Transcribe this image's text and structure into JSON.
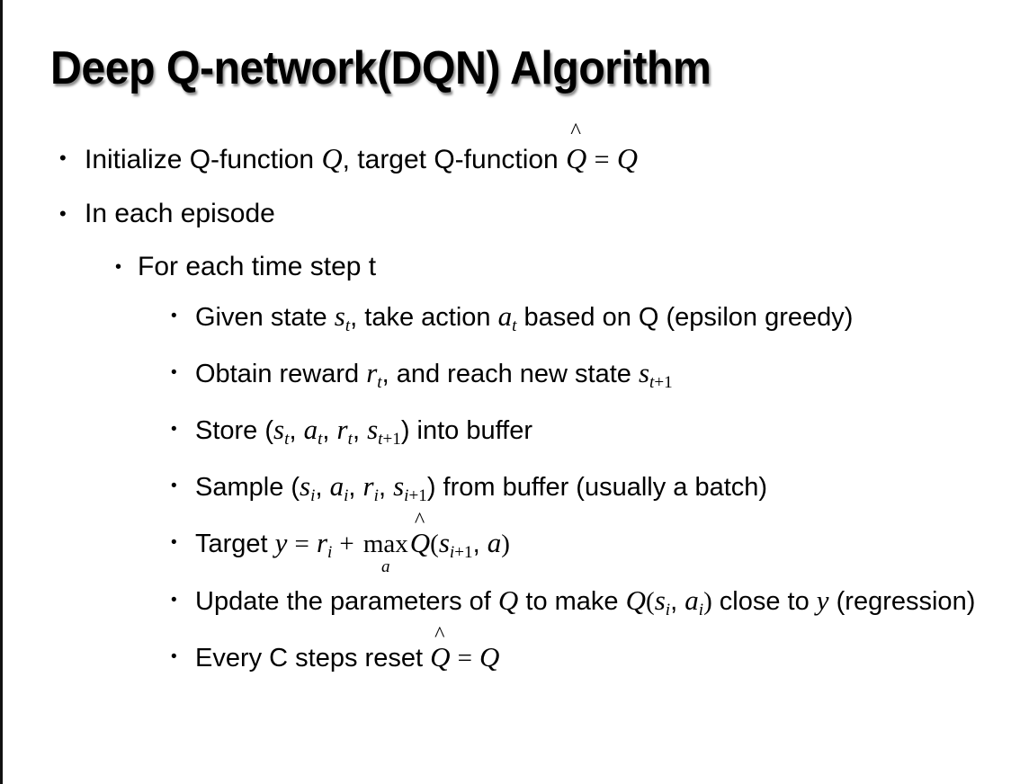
{
  "slide": {
    "title": "Deep Q-network(DQN) Algorithm",
    "bullet_glyph": "•",
    "background_color": "#ffffff",
    "text_color": "#000000",
    "left_rule_color": "#111111",
    "bullets": [
      {
        "level": 1,
        "plain_text": "Initialize Q-function Q, target Q-function Q̂ = Q",
        "segments": {
          "a": "Initialize Q-function ",
          "var_q1": "Q",
          "b": ", target Q-function ",
          "var_qhat": "Q",
          "hat": "^",
          "eq": "=",
          "var_q2": "Q"
        }
      },
      {
        "level": 1,
        "plain_text": "In each episode",
        "segments": {
          "a": "In each episode"
        }
      },
      {
        "level": 2,
        "plain_text": "For each time step t",
        "segments": {
          "a": "For each time step t"
        }
      },
      {
        "level": 3,
        "plain_text": "Given state s_t, take action a_t based on Q (epsilon greedy)",
        "segments": {
          "a": "Given state ",
          "var_s": "s",
          "sub_s": "t",
          "b": ", take action ",
          "var_a": "a",
          "sub_a": "t",
          "c": " based on Q (epsilon greedy)"
        }
      },
      {
        "level": 3,
        "plain_text": "Obtain reward r_t, and reach new state s_t+1",
        "segments": {
          "a": "Obtain reward ",
          "var_r": "r",
          "sub_r": "t",
          "b": ", and reach new state ",
          "var_s": "s",
          "sub_s_var": "t",
          "sub_s_num": "+1"
        }
      },
      {
        "level": 3,
        "plain_text": "Store (s_t, a_t, r_t, s_t+1) into buffer",
        "segments": {
          "a": "Store (",
          "var_s1": "s",
          "sub_s1": "t",
          "c1": ", ",
          "var_a1": "a",
          "sub_a1": "t",
          "c2": ", ",
          "var_r1": "r",
          "sub_r1": "t",
          "c3": ", ",
          "var_s2": "s",
          "sub_s2_var": "t",
          "sub_s2_num": "+1",
          "b": ") into buffer"
        }
      },
      {
        "level": 3,
        "plain_text": "Sample (s_i, a_i, r_i, s_i+1) from buffer (usually a batch)",
        "segments": {
          "a": "Sample (",
          "var_s1": "s",
          "sub_s1": "i",
          "c1": ", ",
          "var_a1": "a",
          "sub_a1": "i",
          "c2": ", ",
          "var_r1": "r",
          "sub_r1": "i",
          "c3": ", ",
          "var_s2": "s",
          "sub_s2_var": "i",
          "sub_s2_num": "+1",
          "b": ") from buffer (usually a batch)"
        }
      },
      {
        "level": 3,
        "plain_text": "Target y = r_i + max_a Q̂(s_i+1, a)",
        "segments": {
          "a": "Target ",
          "var_y": "y",
          "eq": "=",
          "var_r": "r",
          "sub_r": "i",
          "plus": "+",
          "op_name": "max",
          "op_sub": "a",
          "var_qhat": "Q",
          "hat": "^",
          "open": "(",
          "var_s": "s",
          "sub_s_var": "i",
          "sub_s_num": "+1",
          "comma": ", ",
          "var_a": "a",
          "close": ")"
        }
      },
      {
        "level": 3,
        "plain_text": "Update the parameters of Q to make Q(s_i, a_i) close to y (regression)",
        "segments": {
          "a": "Update the parameters of ",
          "var_q1": "Q",
          "b": " to make ",
          "var_q2": "Q",
          "open": "(",
          "var_s": "s",
          "sub_s": "i",
          "comma": ", ",
          "var_a": "a",
          "sub_a": "i",
          "close": ")",
          "c": " close to ",
          "var_y": "y",
          "d": " (regression)"
        }
      },
      {
        "level": 3,
        "plain_text": "Every C steps reset Q̂ = Q",
        "segments": {
          "a": "Every C steps reset ",
          "var_qhat": "Q",
          "hat": "^",
          "eq": "=",
          "var_q": "Q"
        }
      }
    ]
  }
}
